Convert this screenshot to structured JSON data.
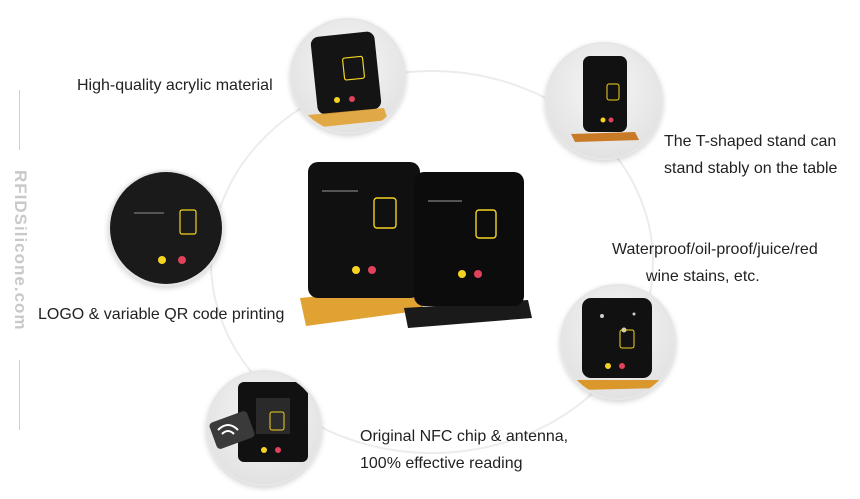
{
  "captions": {
    "acrylic": "High-quality acrylic material",
    "tstand_line1": "The T-shaped stand can",
    "tstand_line2": "stand stably on the table",
    "waterproof_line1": "Waterproof/oil-proof/juice/red",
    "waterproof_line2": "wine stains, etc.",
    "logo_qr": "LOGO & variable QR code printing",
    "nfc_line1": "Original NFC chip & antenna,",
    "nfc_line2": "100% effective reading"
  },
  "watermark": "RFIDSilicone.com",
  "colors": {
    "panel": "#111111",
    "amber_base": "#e0a233",
    "black_base": "#1a1a1a",
    "accent_yellow": "#f4d323",
    "accent_red": "#e0415b",
    "ring": "#ececec"
  }
}
